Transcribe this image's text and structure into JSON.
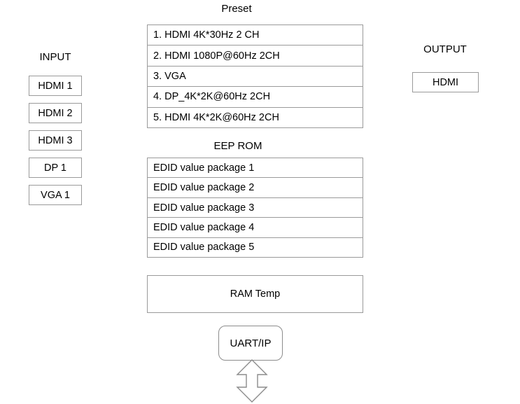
{
  "diagram": {
    "title_visible": false,
    "colors": {
      "stroke": "#9a9a9a",
      "text": "#000000",
      "background": "#ffffff"
    },
    "input": {
      "heading": "INPUT",
      "ports": [
        {
          "label": "HDMI 1"
        },
        {
          "label": "HDMI 2"
        },
        {
          "label": "HDMI 3"
        },
        {
          "label": "DP 1"
        },
        {
          "label": "VGA 1"
        }
      ]
    },
    "output": {
      "heading": "OUTPUT",
      "ports": [
        {
          "label": "HDMI"
        }
      ]
    },
    "preset": {
      "heading": "Preset",
      "rows": [
        "1. HDMI 4K*30Hz 2 CH",
        "2. HDMI 1080P@60Hz 2CH",
        "3. VGA",
        "4. DP_4K*2K@60Hz 2CH",
        "5. HDMI 4K*2K@60Hz 2CH"
      ]
    },
    "eeprom": {
      "heading": "EEP ROM",
      "rows": [
        "EDID value package 1",
        "EDID value package 2",
        "EDID value package 3",
        "EDID value package 4",
        "EDID value package 5"
      ]
    },
    "ram": {
      "label": "RAM Temp"
    },
    "uart": {
      "label": "UART/IP",
      "connector_icon": "double-headed-vertical-arrow"
    }
  }
}
